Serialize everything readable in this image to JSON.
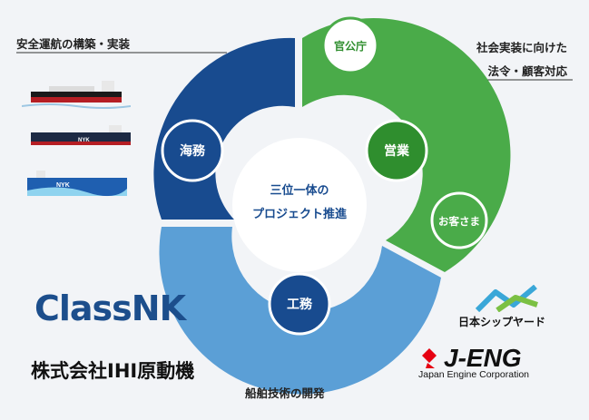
{
  "center_text": [
    "三位一体の",
    "プロジェクト推進"
  ],
  "segments": {
    "maritime": "海務",
    "sales": "営業",
    "engineering": "工務"
  },
  "tags": {
    "government": "官公庁",
    "customers": "お客さま"
  },
  "captions": {
    "top_left": "安全運航の構築・実装",
    "top_right": [
      "社会実装に向けた",
      "法令・顧客対応"
    ],
    "bottom": "船舶技術の開発"
  },
  "ship_names": [
    "NYK",
    "NYK"
  ],
  "logos": {
    "classnk": "ClassNK",
    "ihi": "株式会社IHI原動機",
    "shipyard": "日本シップヤード",
    "jeng": "J-ENG",
    "jeng_sub": "Japan Engine Corporation"
  },
  "colors": {
    "dark_blue": "#184b8f",
    "green": "#4aab49",
    "light_blue": "#5b9fd6",
    "background": "#f2f4f7"
  }
}
